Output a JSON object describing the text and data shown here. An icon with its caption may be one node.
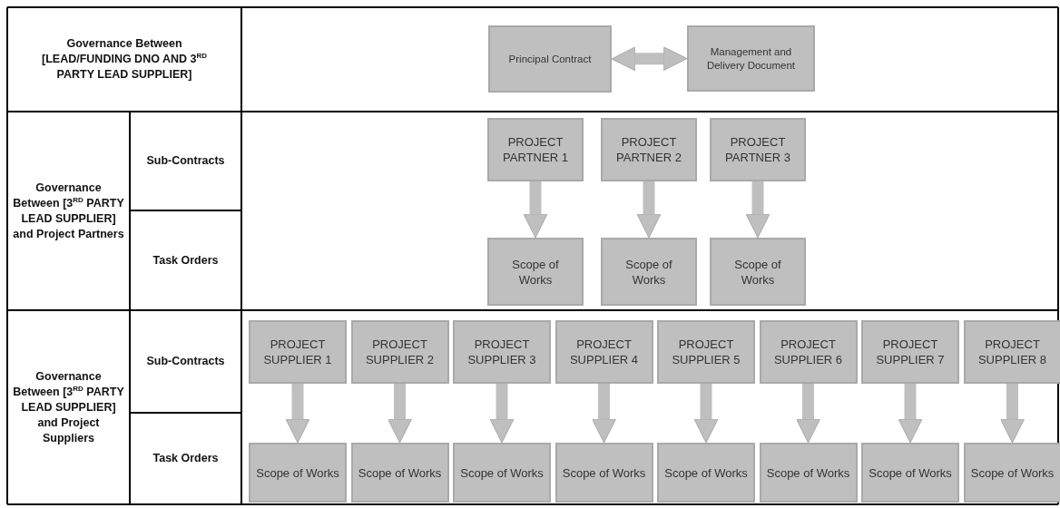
{
  "diagram": {
    "nodes": [
      {
        "text": [
          "Principal Contract"
        ]
      },
      {
        "text": [
          "Management and Delivery Document"
        ]
      },
      {
        "text": [
          "PROJECT PARTNER 1"
        ]
      },
      {
        "text": [
          "PROJECT PARTNER 2"
        ]
      },
      {
        "text": [
          "PROJECT PARTNER 3"
        ]
      },
      {
        "text": [
          "Scope of Works"
        ]
      },
      {
        "text": [
          "Scope of Works"
        ]
      },
      {
        "text": [
          "Scope of Works"
        ]
      },
      {
        "text": [
          "PROJECT SUPPLIER 1"
        ]
      },
      {
        "text": [
          "PROJECT SUPPLIER 2"
        ]
      },
      {
        "text": [
          "PROJECT SUPPLIER 3"
        ]
      },
      {
        "text": [
          "PROJECT SUPPLIER 4"
        ]
      },
      {
        "text": [
          "PROJECT SUPPLIER 5"
        ]
      },
      {
        "text": [
          "PROJECT SUPPLIER 6"
        ]
      },
      {
        "text": [
          "PROJECT SUPPLIER 7"
        ]
      },
      {
        "text": [
          "PROJECT SUPPLIER 8"
        ]
      },
      {
        "text": [
          "Scope of Works"
        ]
      },
      {
        "text": [
          "Scope of Works"
        ]
      },
      {
        "text": [
          "Scope of Works"
        ]
      },
      {
        "text": [
          "Scope of Works"
        ]
      },
      {
        "text": [
          "Scope of Works"
        ]
      },
      {
        "text": [
          "Scope of Works"
        ]
      },
      {
        "text": [
          "Scope of Works"
        ]
      },
      {
        "text": [
          "Scope of Works"
        ]
      }
    ],
    "edges": [
      {
        "from": 0,
        "to": 1,
        "arrow": "both"
      },
      {
        "from": 2,
        "to": 5,
        "arrow": "to"
      },
      {
        "from": 3,
        "to": 6,
        "arrow": "to"
      },
      {
        "from": 4,
        "to": 7,
        "arrow": "to"
      },
      {
        "from": 8,
        "to": 16,
        "arrow": "to"
      },
      {
        "from": 9,
        "to": 17,
        "arrow": "to"
      },
      {
        "from": 10,
        "to": 18,
        "arrow": "to"
      },
      {
        "from": 11,
        "to": 19,
        "arrow": "to"
      },
      {
        "from": 12,
        "to": 20,
        "arrow": "to"
      },
      {
        "from": 13,
        "to": 21,
        "arrow": "to"
      },
      {
        "from": 14,
        "to": 22,
        "arrow": "to"
      },
      {
        "from": 15,
        "to": 23,
        "arrow": "to"
      }
    ],
    "labels": [
      "Governance Between [LEAD/FUNDING DNO AND 3$^{RD}$ PARTY LEAD SUPPLIER]",
      "Governance Between [3$^{RD}$ PARTY LEAD SUPPLIER] and Project Partners",
      "Sub-Contracts",
      "Task Orders",
      "Governance Between [3$^{RD}$ PARTY LEAD SUPPLIER] and Project Suppliers",
      "Sub-Contracts",
      "Task Orders"
    ]
  }
}
